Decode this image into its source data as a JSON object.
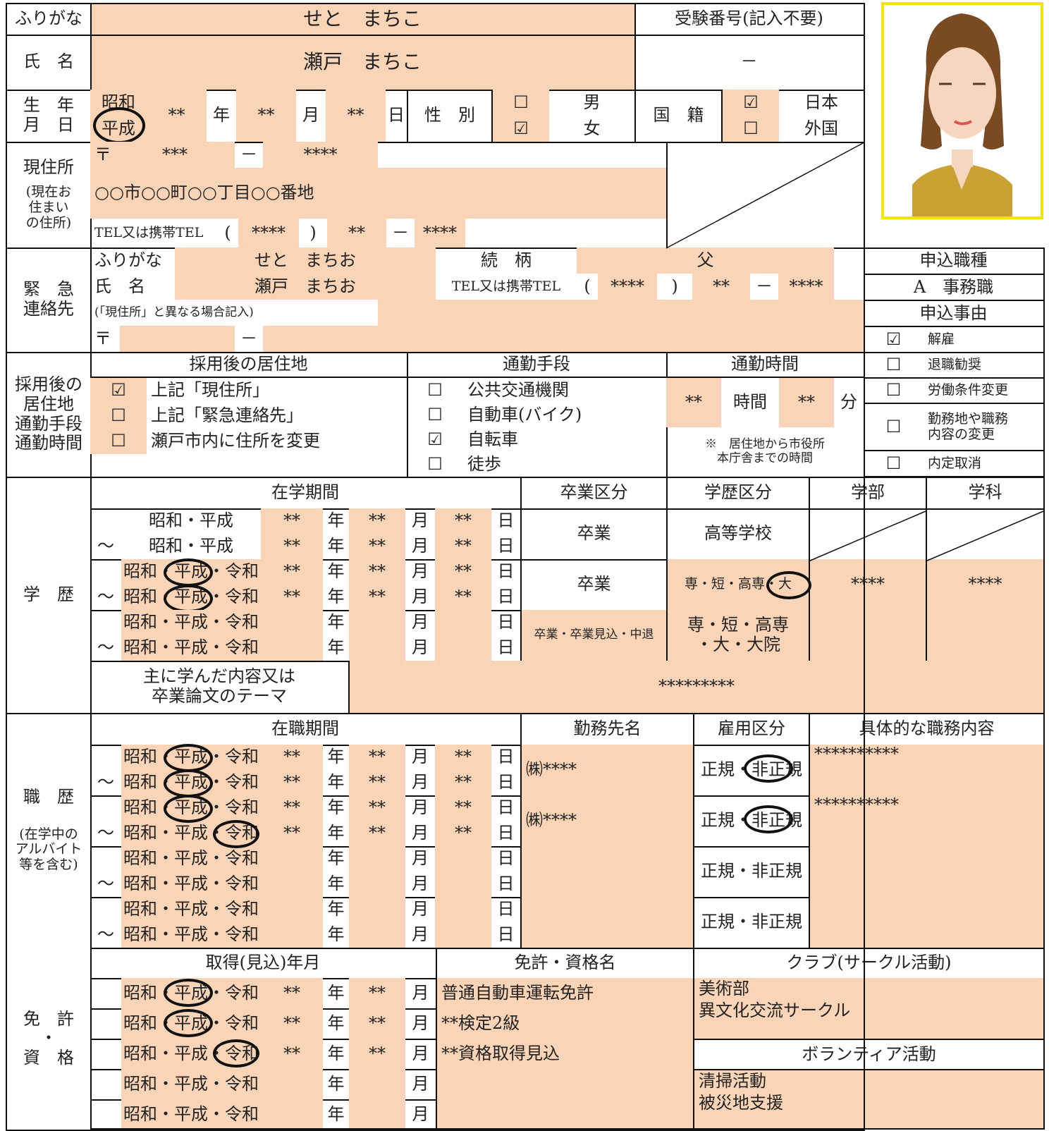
{
  "personal": {
    "furigana_label": "ふりがな",
    "furigana_value": "せと　まちこ",
    "name_label": "氏　名",
    "name_value": "瀬戸　まちこ",
    "exam_no_label": "受験番号(記入不要)",
    "exam_no_value": "－",
    "birth_label": "生　年\n月　日",
    "era_showa": "昭和",
    "era_heisei": "平成",
    "birth_year": "**",
    "birth_month": "**",
    "birth_day": "**",
    "nen": "年",
    "tsuki": "月",
    "hi": "日",
    "sex_label": "性　別",
    "sex_male_check": "☐",
    "sex_female_check": "☑",
    "male": "男",
    "female": "女",
    "nationality_label": "国　籍",
    "nat_japan_check": "☑",
    "nat_foreign_check": "☐",
    "japan": "日本",
    "foreign": "外国"
  },
  "address": {
    "label_main": "現住所",
    "label_sub": "(現在お\n住まい\nの住所)",
    "postal_mark": "〒",
    "postal_1": "***",
    "dash": "－",
    "postal_2": "****",
    "address_line": "○○市○○町○○丁目○○番地",
    "tel_label": "TEL又は携帯TEL",
    "paren_open": "(",
    "tel_1": "****",
    "paren_close": ")",
    "tel_2": "**",
    "tel_3": "****"
  },
  "emergency": {
    "label": "緊　急\n連絡先",
    "furigana_label": "ふりがな",
    "furigana_value": "せと　まちお",
    "name_label": "氏　名",
    "name_value": "瀬戸　まちお",
    "relation_label": "続　柄",
    "relation_value": "父",
    "tel_label": "TEL又は携帯TEL",
    "tel_1": "****",
    "tel_2": "**",
    "tel_3": "****",
    "note": "(「現住所」と異なる場合記入)",
    "postal_mark": "〒"
  },
  "application": {
    "job_label": "申込職種",
    "job_value": "A　事務職",
    "reason_label": "申込事由",
    "reasons": [
      {
        "check": "☑",
        "label": "解雇"
      },
      {
        "check": "☐",
        "label": "退職勧奨"
      },
      {
        "check": "☐",
        "label": "労働条件変更"
      },
      {
        "check": "☐",
        "label": "勤務地や職務\n内容の変更"
      },
      {
        "check": "☐",
        "label": "内定取消"
      }
    ]
  },
  "residence": {
    "label": "採用後の\n居住地\n通勤手段\n通勤時間",
    "res_header": "採用後の居住地",
    "res_options": [
      {
        "check": "☑",
        "label": "上記「現住所」"
      },
      {
        "check": "☐",
        "label": "上記「緊急連絡先」"
      },
      {
        "check": "☐",
        "label": "瀬戸市内に住所を変更"
      }
    ],
    "commute_header": "通勤手段",
    "commute_options": [
      {
        "check": "☐",
        "label": "公共交通機関"
      },
      {
        "check": "☐",
        "label": "自動車(バイク)"
      },
      {
        "check": "☑",
        "label": "自転車"
      },
      {
        "check": "☐",
        "label": "徒歩"
      }
    ],
    "time_header": "通勤時間",
    "hours": "**",
    "hours_unit": "時間",
    "minutes": "**",
    "minutes_unit": "分",
    "time_note": "※　居住地から市役所\n本庁舎までの時間"
  },
  "education": {
    "label": "学　歴",
    "period_header": "在学期間",
    "grad_header": "卒業区分",
    "type_header": "学歴区分",
    "faculty_header": "学部",
    "dept_header": "学科",
    "tilde": "～",
    "era2": "昭和・平成",
    "era3": "昭和・平成・令和",
    "star2": "**",
    "row1_grad": "卒業",
    "row1_type": "高等学校",
    "row2_grad": "卒業",
    "row2_type": "専・短・高専・大",
    "row2_faculty": "****",
    "row2_dept": "****",
    "row3_grad": "卒業・卒業見込・中退",
    "row3_type": "専・短・高専\n・大・大院",
    "study_label": "主に学んだ内容又は\n卒業論文のテーマ",
    "study_value": "*********"
  },
  "career": {
    "label_main": "職　歴",
    "label_sub": "(在学中の\nアルバイト\n等を含む)",
    "period_header": "在職期間",
    "employer_header": "勤務先名",
    "type_header": "雇用区分",
    "duty_header": "具体的な職務内容",
    "employer_1": "㈱****",
    "employer_2": "㈱****",
    "emp_type": "正規・非正規",
    "duty_1": "**********",
    "duty_2": "**********"
  },
  "license": {
    "label": "免　許\n・\n資　格",
    "date_header": "取得(見込)年月",
    "name_header": "免許・資格名",
    "items": [
      "普通自動車運転免許",
      "**検定2級",
      "**資格取得見込",
      "",
      ""
    ],
    "club_header": "クラブ(サークル活動)",
    "club_value": "美術部\n異文化交流サークル",
    "vol_header": "ボランティア活動",
    "vol_value": "清掃活動\n被災地支援"
  },
  "photo": {
    "icon": "portrait-photo"
  }
}
